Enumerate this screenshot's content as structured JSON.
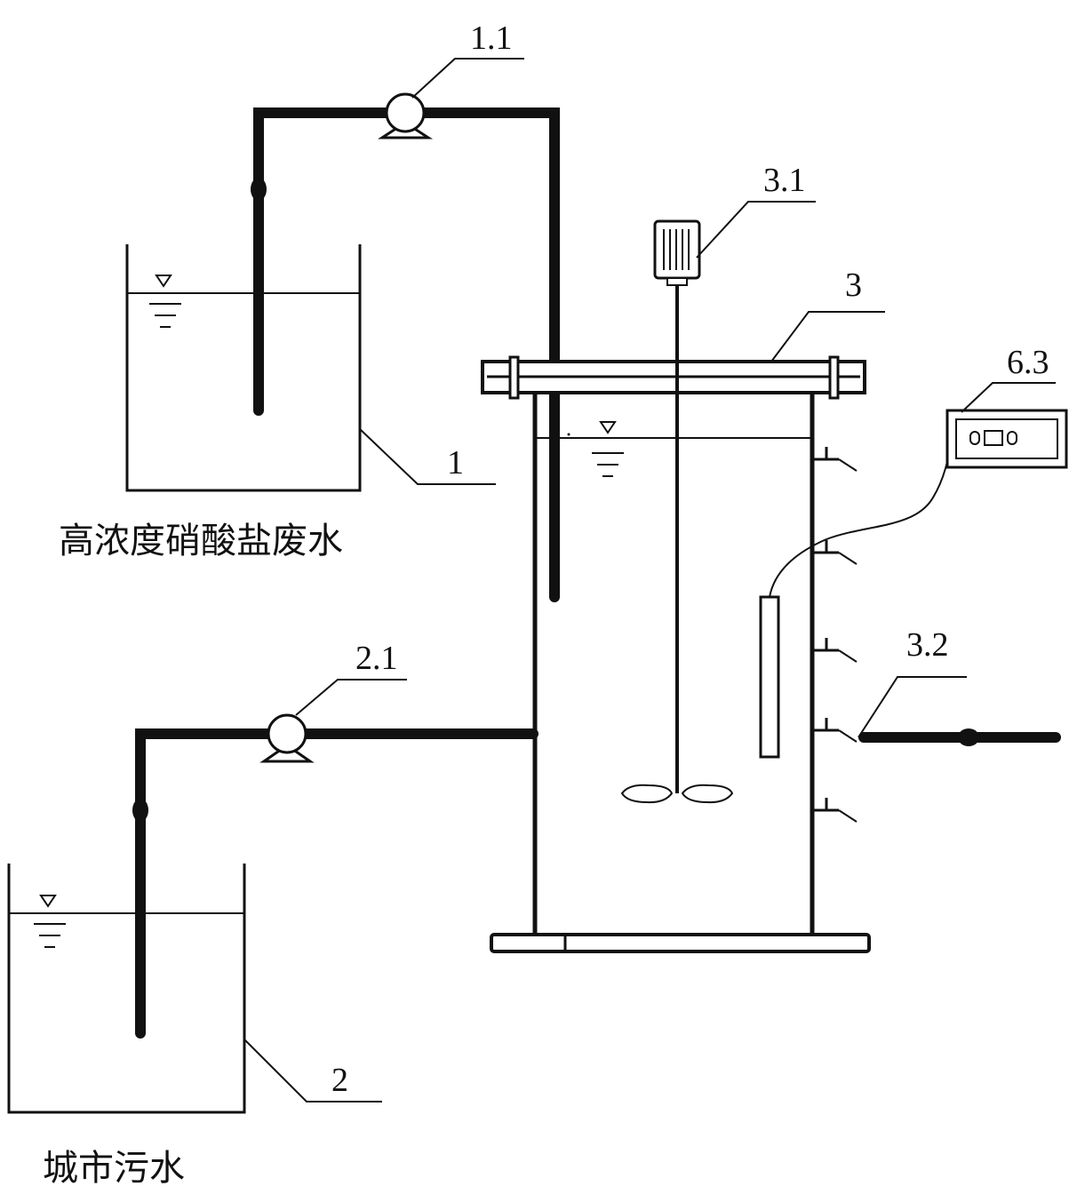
{
  "labels": {
    "pump_1": "1.1",
    "pump_2": "2.1",
    "motor": "3.1",
    "reactor": "3",
    "meter": "6.3",
    "outlet": "3.2",
    "tank_1": "1",
    "tank_2": "2"
  },
  "captions": {
    "tank_1": "高浓度硝酸盐废水",
    "tank_2": "城市污水"
  }
}
